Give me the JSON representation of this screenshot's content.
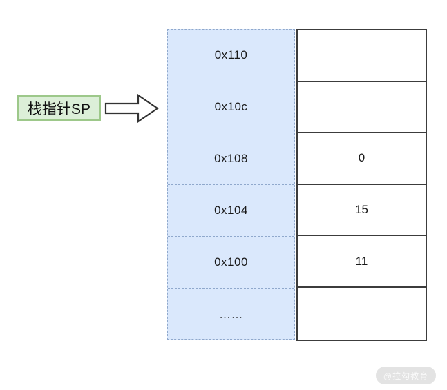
{
  "diagram": {
    "title_hint": "stack pointer memory diagram",
    "pointer_label": "栈指针SP",
    "pointer_row_index": 1,
    "memory_table": {
      "rows": [
        {
          "address": "0x110",
          "value": ""
        },
        {
          "address": "0x10c",
          "value": ""
        },
        {
          "address": "0x108",
          "value": "0"
        },
        {
          "address": "0x104",
          "value": "15"
        },
        {
          "address": "0x100",
          "value": "11"
        },
        {
          "address": "……",
          "value": ""
        }
      ]
    },
    "colors": {
      "address_fill": "#dae8fc",
      "address_border": "#8fa8cc",
      "value_border": "#3c3c3c",
      "label_fill": "#dcefd8",
      "label_border": "#9dc88a",
      "arrow_stroke": "#333333",
      "watermark_bg": "#e3e3e3",
      "watermark_text_color": "#fafafa"
    },
    "watermark": "@拉勾教育"
  }
}
